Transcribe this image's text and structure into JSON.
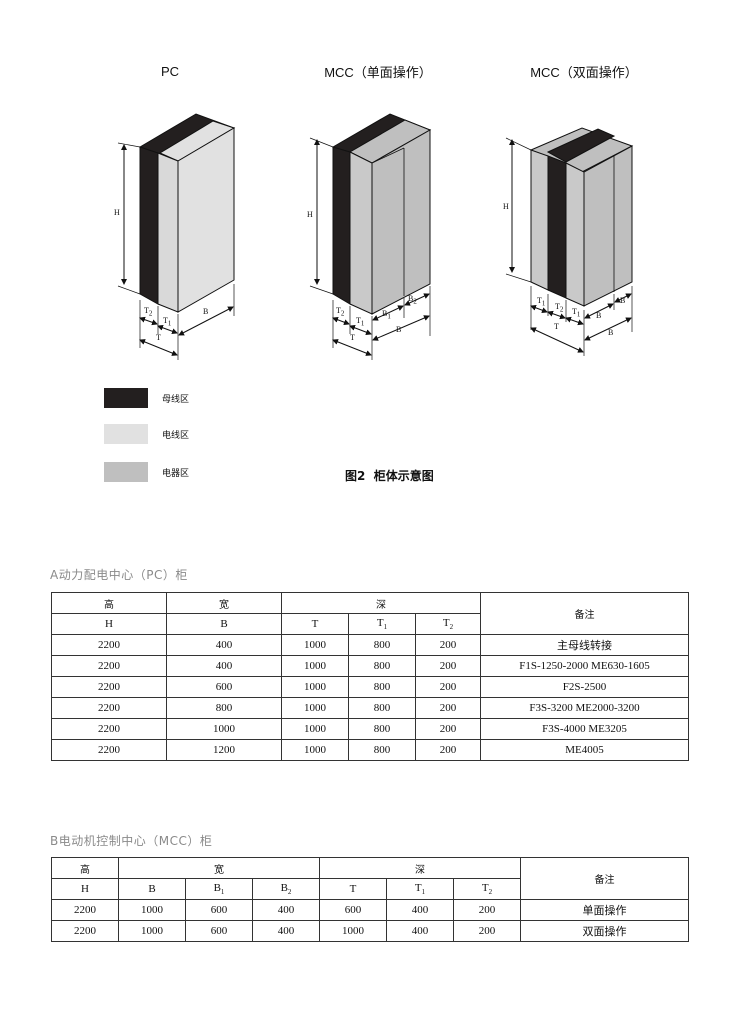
{
  "figure": {
    "cabinets": [
      {
        "title": "PC",
        "dims": {
          "H": "H",
          "T": "T",
          "T1": "T1",
          "T2": "T2",
          "B": "B"
        }
      },
      {
        "title": "MCC（单面操作）",
        "dims": {
          "H": "H",
          "T": "T",
          "T1": "T1",
          "T2": "T2",
          "B": "B",
          "B1": "B1",
          "B2": "B2"
        }
      },
      {
        "title": "MCC（双面操作）",
        "dims": {
          "H": "H",
          "T": "T",
          "T1": "T1",
          "T2": "T2",
          "B": "B"
        }
      }
    ],
    "legend": [
      {
        "label": "母线区",
        "color": "#231f1f"
      },
      {
        "label": "电线区",
        "color": "#e1e1e1"
      },
      {
        "label": "电器区",
        "color": "#bfbfbf"
      }
    ],
    "caption": "图2  柜体示意图"
  },
  "table_a": {
    "title": "A动力配电中心（PC）柜",
    "headers": {
      "height_cn": "高",
      "height": "H",
      "width_cn": "宽",
      "width": "B",
      "depth_cn": "深",
      "T": "T",
      "T1": "T",
      "T1_sub": "1",
      "T2": "T",
      "T2_sub": "2",
      "note": "备注"
    },
    "rows": [
      {
        "H": "2200",
        "B": "400",
        "T": "1000",
        "T1": "800",
        "T2": "200",
        "note": "主母线转接"
      },
      {
        "H": "2200",
        "B": "400",
        "T": "1000",
        "T1": "800",
        "T2": "200",
        "note": "F1S-1250-2000 ME630-1605"
      },
      {
        "H": "2200",
        "B": "600",
        "T": "1000",
        "T1": "800",
        "T2": "200",
        "note": "F2S-2500"
      },
      {
        "H": "2200",
        "B": "800",
        "T": "1000",
        "T1": "800",
        "T2": "200",
        "note": "F3S-3200 ME2000-3200"
      },
      {
        "H": "2200",
        "B": "1000",
        "T": "1000",
        "T1": "800",
        "T2": "200",
        "note": "F3S-4000 ME3205"
      },
      {
        "H": "2200",
        "B": "1200",
        "T": "1000",
        "T1": "800",
        "T2": "200",
        "note": "ME4005"
      }
    ]
  },
  "table_b": {
    "title": "B电动机控制中心（MCC）柜",
    "headers": {
      "height_cn": "高",
      "height": "H",
      "width_cn": "宽",
      "B": "B",
      "B1": "B",
      "B1_sub": "1",
      "B2": "B",
      "B2_sub": "2",
      "depth_cn": "深",
      "T": "T",
      "T1": "T",
      "T1_sub": "1",
      "T2": "T",
      "T2_sub": "2",
      "note": "备注"
    },
    "rows": [
      {
        "H": "2200",
        "B": "1000",
        "B1": "600",
        "B2": "400",
        "T": "600",
        "T1": "400",
        "T2": "200",
        "note": "单面操作"
      },
      {
        "H": "2200",
        "B": "1000",
        "B1": "600",
        "B2": "400",
        "T": "1000",
        "T1": "400",
        "T2": "200",
        "note": "双面操作"
      }
    ]
  }
}
